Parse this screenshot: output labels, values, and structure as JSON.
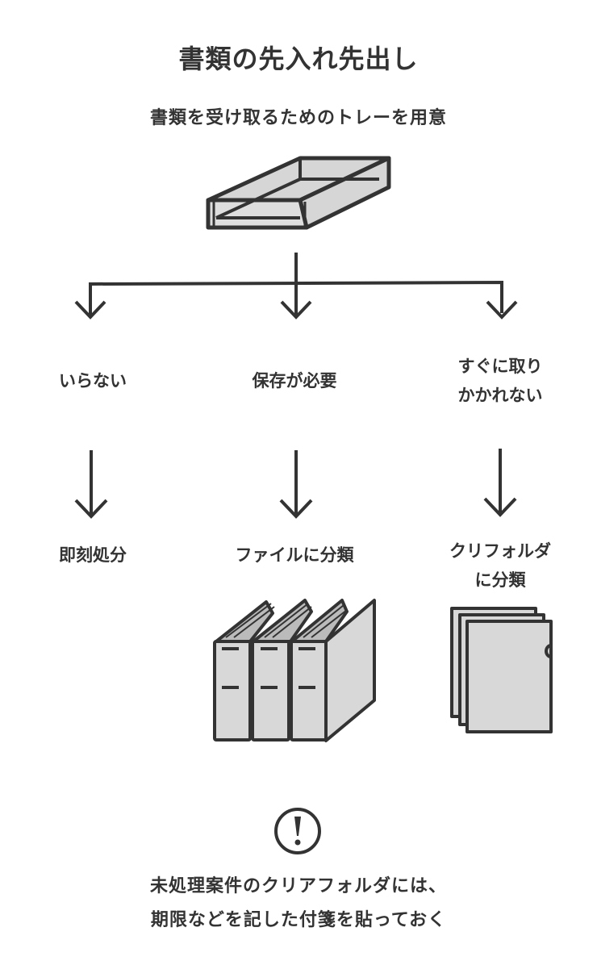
{
  "title": "書類の先入れ先出し",
  "subtitle": "書類を受け取るためのトレーを用意",
  "branches": [
    {
      "condition": "いらない",
      "result": "即刻処分"
    },
    {
      "condition": "保存が必要",
      "result": "ファイルに分類"
    },
    {
      "condition": "すぐに取り\nかかれない",
      "result": "クリフォルダ\nに分類"
    }
  ],
  "icons": {
    "tray": "document-tray-icon",
    "binders": "binder-files-icon",
    "folders": "clear-folders-icon",
    "warning": "exclamation-circle-icon"
  },
  "note": "未処理案件のクリアフォルダには、\n期限などを記した付箋を貼っておく",
  "colors": {
    "line": "#333333",
    "fill": "#d9d9d9",
    "background": "#ffffff"
  }
}
